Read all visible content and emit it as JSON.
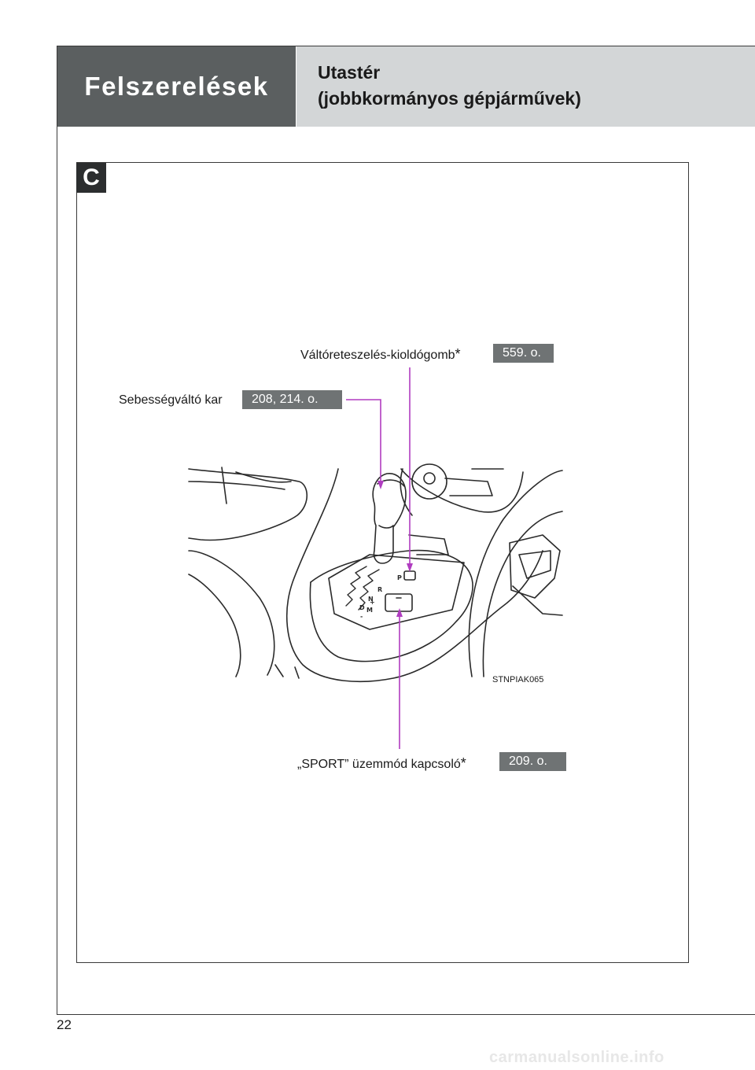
{
  "header": {
    "section": "Felszerelések",
    "title_line1": "Utastér",
    "title_line2": "(jobbkormányos gépjárművek)"
  },
  "badge": "C",
  "callouts": {
    "release": {
      "label": "Váltóreteszelés-kioldógomb",
      "asterisk": "*",
      "page_ref": "559. o."
    },
    "shift_lever": {
      "label": "Sebességváltó kar",
      "page_ref": "208, 214. o."
    },
    "sport": {
      "label": "„SPORT” üzemmód kapcsoló",
      "asterisk": "*",
      "page_ref": "209. o."
    }
  },
  "illustration": {
    "code": "STNPIAK065",
    "gear_marks": [
      "P",
      "R",
      "N",
      "D",
      "M",
      "+",
      "-"
    ]
  },
  "colors": {
    "header_dark": "#5b5f60",
    "header_light": "#d3d6d7",
    "pill": "#6f7374",
    "leader": "#b03cc0"
  },
  "page_number": "22",
  "watermark": "carmanualsonline.info"
}
